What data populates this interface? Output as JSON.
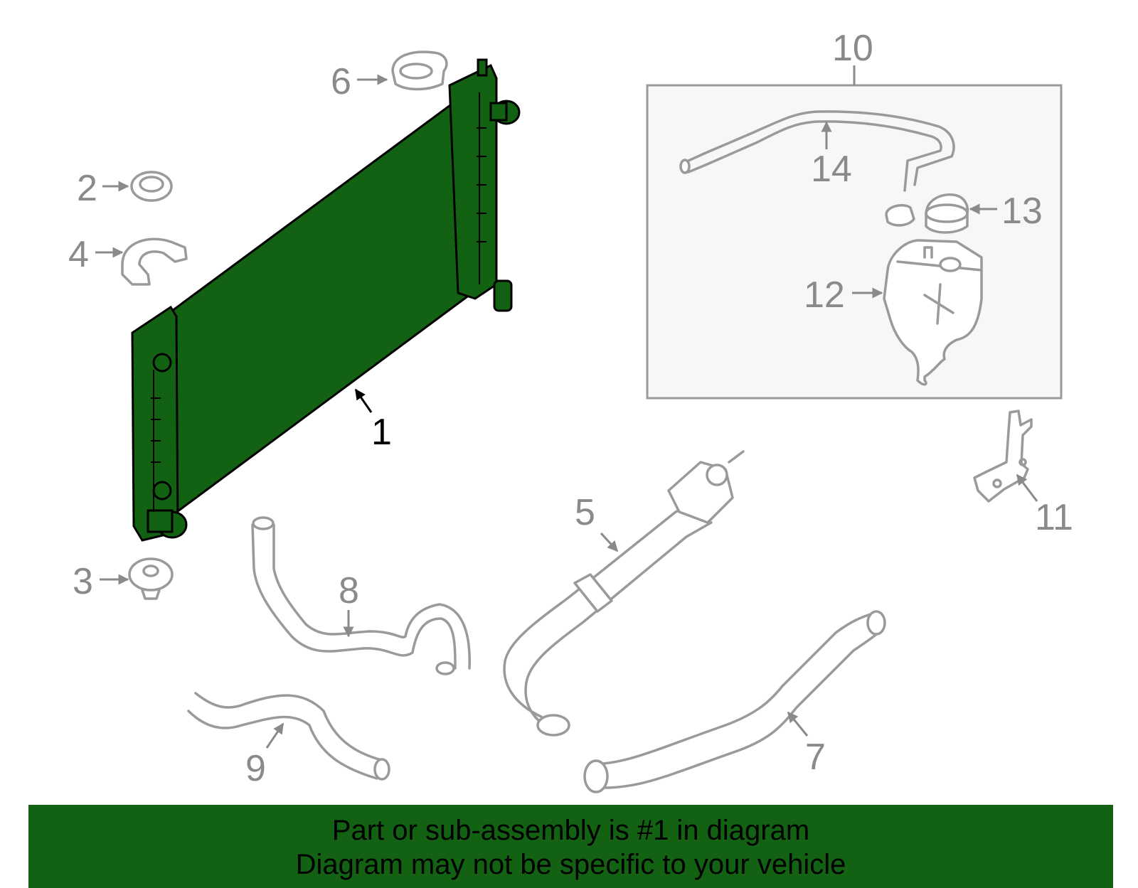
{
  "diagram": {
    "callouts": [
      "1",
      "2",
      "3",
      "4",
      "5",
      "6",
      "7",
      "8",
      "9",
      "10",
      "11",
      "12",
      "13",
      "14"
    ],
    "highlighted_part": "1",
    "colors": {
      "highlight": "#136113",
      "outline": "#9a9a9a",
      "kit_box_fill": "#f7f7f7",
      "banner": "#136113"
    }
  },
  "banner": {
    "line1": "Part or sub-assembly is #1 in diagram",
    "line2": "Diagram may not be specific to your vehicle"
  }
}
